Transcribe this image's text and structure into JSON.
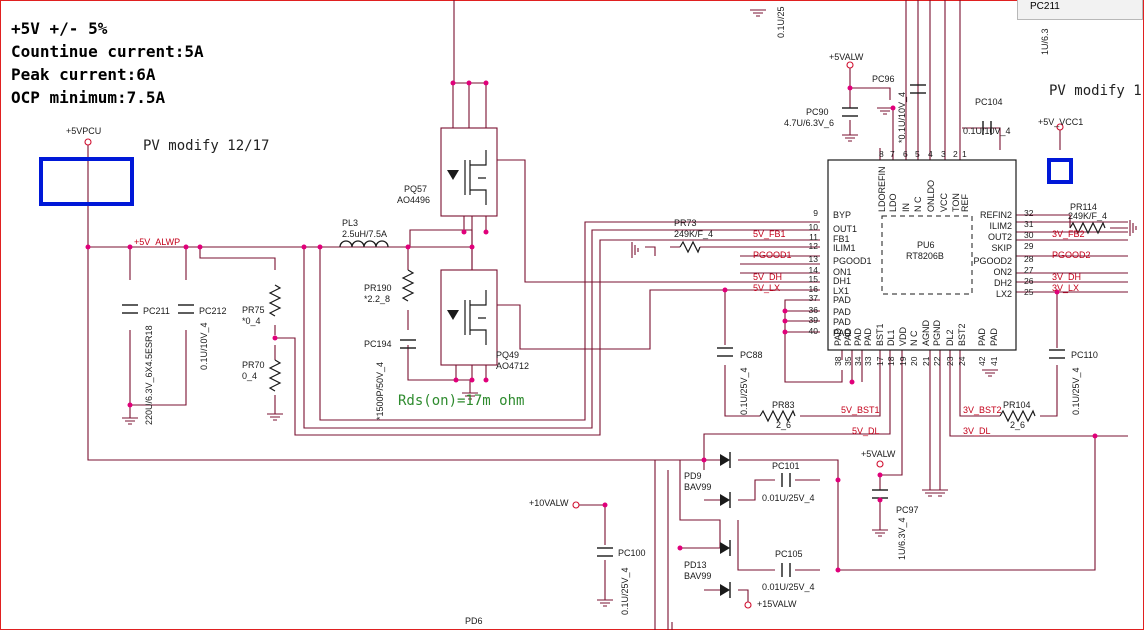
{
  "specs": {
    "line1": "+5V +/- 5%",
    "line2": "Countinue current:5A",
    "line3": "Peak current:6A",
    "line4": "OCP minimum:7.5A"
  },
  "notes": {
    "pv_modify_left": "PV modify 12/17",
    "pv_modify_right": "PV modify 1",
    "rds_on": "Rds(on)=17m ohm"
  },
  "tooltip": {
    "label": "PC211"
  },
  "rails": {
    "p5vpcu": "+5VPCU",
    "p5v_alwp": "+5V_ALWP",
    "p5valw_top": "+5VALW",
    "p5valw_mid": "+5VALW",
    "p5v_vcc1": "+5V_VCC1",
    "p10valw": "+10VALW",
    "p15valw": "+15VALW"
  },
  "nets": {
    "v5_fb1": "5V_FB1",
    "pgood1": "PGOOD1",
    "v5_dh": "5V_DH",
    "v5_lx": "5V_LX",
    "v5_bst1": "5V_BST1",
    "v5_dl": "5V_DL",
    "v3_fb2": "3V_FB2",
    "pgood2": "PGOOD2",
    "v3_dh": "3V_DH",
    "v3_lx": "3V_LX",
    "v3_bst2": "3V_BST2",
    "v3_dl": "3V_DL"
  },
  "components": {
    "pc211": {
      "ref": "PC211",
      "value": "220U/6.3V_6X4.5ESR18"
    },
    "pc212": {
      "ref": "PC212",
      "value": "0.1U/10V_4"
    },
    "pr75": {
      "ref": "PR75",
      "value": "*0_4"
    },
    "pr70": {
      "ref": "PR70",
      "value": "0_4"
    },
    "pl3": {
      "ref": "PL3",
      "value": "2.5uH/7.5A"
    },
    "pr190": {
      "ref": "PR190",
      "value": "*2.2_8"
    },
    "pc194": {
      "ref": "PC194",
      "value": "*1500P/50V_4"
    },
    "pq57": {
      "ref": "PQ57",
      "value": "AO4496"
    },
    "pq49": {
      "ref": "PQ49",
      "value": "AO4712"
    },
    "pr73": {
      "ref": "PR73",
      "value": "249K/F_4"
    },
    "pc88": {
      "ref": "PC88",
      "value": "0.1U/25V_4"
    },
    "pr83": {
      "ref": "PR83",
      "value": "2_6"
    },
    "pd9": {
      "ref": "PD9",
      "value": "BAV99"
    },
    "pd13": {
      "ref": "PD13",
      "value": "BAV99"
    },
    "pc101": {
      "ref": "PC101",
      "value": "0.01U/25V_4"
    },
    "pc105": {
      "ref": "PC105",
      "value": "0.01U/25V_4"
    },
    "pc100": {
      "ref": "PC100",
      "value": "0.1U/25V_4"
    },
    "pc97": {
      "ref": "PC97",
      "value": "1U/6.3V_4"
    },
    "pc90": {
      "ref": "PC90",
      "value": "4.7U/6.3V_6"
    },
    "pc96": {
      "ref": "PC96",
      "value": "*0.1U/10V_4"
    },
    "pc104": {
      "ref": "PC104",
      "value": "0.1U/10V_4"
    },
    "pr114": {
      "ref": "PR114",
      "value": "249K/F_4"
    },
    "pc110": {
      "ref": "PC110",
      "value": "0.1U/25V_4"
    },
    "pr104": {
      "ref": "PR104",
      "value": "2_6"
    },
    "pu6": {
      "ref": "PU6",
      "value": "RT8206B"
    },
    "pd6": {
      "ref": "PD6"
    },
    "top_cap1": {
      "value": "0.1U/25"
    },
    "top_cap2": {
      "value": "1U/6.3"
    }
  },
  "ic": {
    "left_pins": [
      {
        "num": "9",
        "name": "BYP"
      },
      {
        "num": "10",
        "name": "OUT1"
      },
      {
        "num": "11",
        "name": "FB1"
      },
      {
        "num": "12",
        "name": "ILIM1"
      },
      {
        "num": "13",
        "name": "PGOOD1"
      },
      {
        "num": "14",
        "name": "ON1"
      },
      {
        "num": "15",
        "name": "DH1"
      },
      {
        "num": "16",
        "name": "LX1"
      },
      {
        "num": "37",
        "name": "PAD"
      },
      {
        "num": "36",
        "name": "PAD"
      },
      {
        "num": "39",
        "name": "PAD"
      },
      {
        "num": "40",
        "name": "PAD"
      }
    ],
    "right_pins": [
      {
        "num": "32",
        "name": "REFIN2"
      },
      {
        "num": "31",
        "name": "ILIM2"
      },
      {
        "num": "30",
        "name": "OUT2"
      },
      {
        "num": "29",
        "name": "SKIP"
      },
      {
        "num": "28",
        "name": "PGOOD2"
      },
      {
        "num": "27",
        "name": "ON2"
      },
      {
        "num": "26",
        "name": "DH2"
      },
      {
        "num": "25",
        "name": "LX2"
      }
    ],
    "top_pins": [
      {
        "num": "8",
        "name": "LDOREFIN"
      },
      {
        "num": "7",
        "name": "LDO"
      },
      {
        "num": "6",
        "name": "IN"
      },
      {
        "num": "5",
        "name": "N C"
      },
      {
        "num": "4",
        "name": "ONLDO"
      },
      {
        "num": "3",
        "name": "VCC"
      },
      {
        "num": "2",
        "name": "TON"
      },
      {
        "num": "1",
        "name": "REF"
      }
    ],
    "bottom_pins": [
      {
        "num": "38",
        "name": "PAD"
      },
      {
        "num": "35",
        "name": "PAD"
      },
      {
        "num": "34",
        "name": "PAD"
      },
      {
        "num": "33",
        "name": "PAD"
      },
      {
        "num": "17",
        "name": "BST1"
      },
      {
        "num": "18",
        "name": "DL1"
      },
      {
        "num": "19",
        "name": "VDD"
      },
      {
        "num": "20",
        "name": "N C"
      },
      {
        "num": "21",
        "name": "AGND"
      },
      {
        "num": "22",
        "name": "PGND"
      },
      {
        "num": "23",
        "name": "DL2"
      },
      {
        "num": "24",
        "name": "BST2"
      },
      {
        "num": "42",
        "name": "PAD"
      },
      {
        "num": "41",
        "name": "PAD"
      }
    ]
  },
  "style": {
    "wire": "#7a1030",
    "net_label": "#c4001a",
    "text": "#1a1a1a",
    "highlight_box": "#0018d8",
    "junction": "#e0007a",
    "note_green": "#2e8b2e"
  }
}
